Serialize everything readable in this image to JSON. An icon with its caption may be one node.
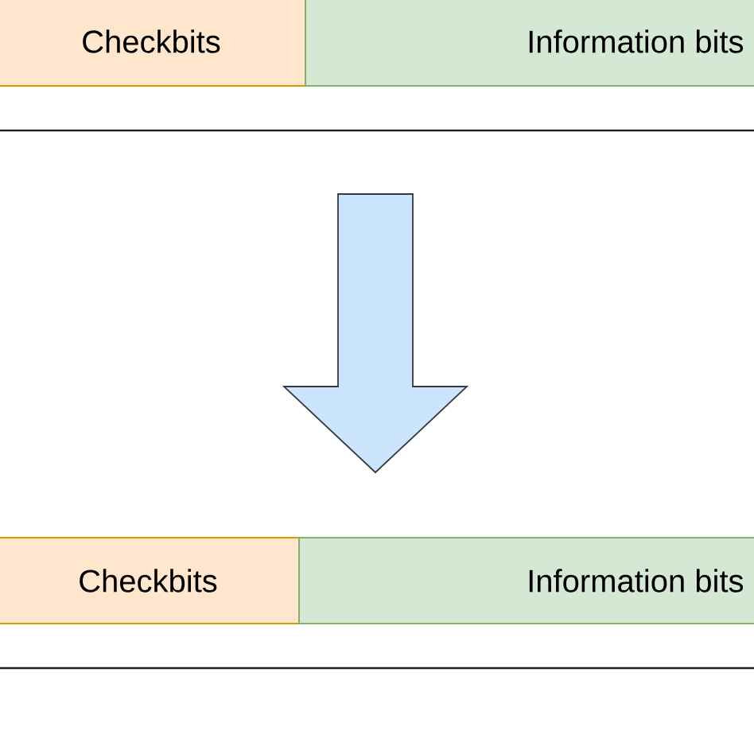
{
  "diagram": {
    "nodes": [
      {
        "text": [
          "Checkbits"
        ]
      },
      {
        "text": [
          "Information bits"
        ]
      },
      {
        "text": [
          "Checkbits"
        ]
      },
      {
        "text": [
          "Information bits"
        ]
      }
    ],
    "edges": [
      {
        "from": 1,
        "to": 3,
        "arrow": "to"
      }
    ]
  }
}
